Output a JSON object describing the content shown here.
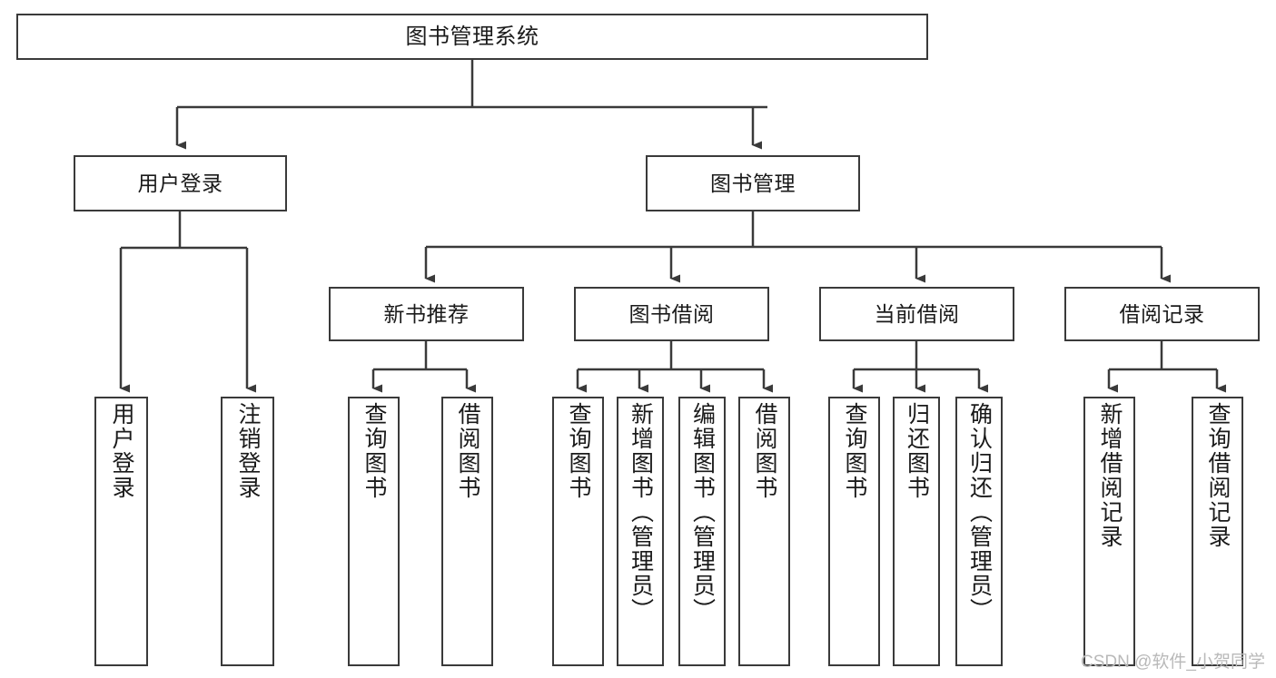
{
  "diagram": {
    "title": "图书管理系统",
    "type": "tree",
    "watermark": "CSDN @软件_小贺同学",
    "colors": {
      "stroke": "#3a3a3a",
      "fill": "#ffffff",
      "text": "#1a1a1a",
      "watermark": "#b9b9b9"
    },
    "nodes": {
      "root": {
        "label": "图书管理系统"
      },
      "level1": [
        {
          "label": "用户登录"
        },
        {
          "label": "图书管理"
        }
      ],
      "level2": [
        {
          "label": "新书推荐"
        },
        {
          "label": "图书借阅"
        },
        {
          "label": "当前借阅"
        },
        {
          "label": "借阅记录"
        }
      ],
      "leaves_user_login": [
        {
          "label": "用户登录"
        },
        {
          "label": "注销登录"
        }
      ],
      "leaves_new_book": [
        {
          "label": "查询图书"
        },
        {
          "label": "借阅图书"
        }
      ],
      "leaves_borrow": [
        {
          "label": "查询图书"
        },
        {
          "label": "新增图书（管理员）"
        },
        {
          "label": "编辑图书（管理员）"
        },
        {
          "label": "借阅图书"
        }
      ],
      "leaves_current": [
        {
          "label": "查询图书"
        },
        {
          "label": "归还图书"
        },
        {
          "label": "确认归还（管理员）"
        }
      ],
      "leaves_record": [
        {
          "label": "新增借阅记录"
        },
        {
          "label": "查询借阅记录"
        }
      ]
    }
  }
}
